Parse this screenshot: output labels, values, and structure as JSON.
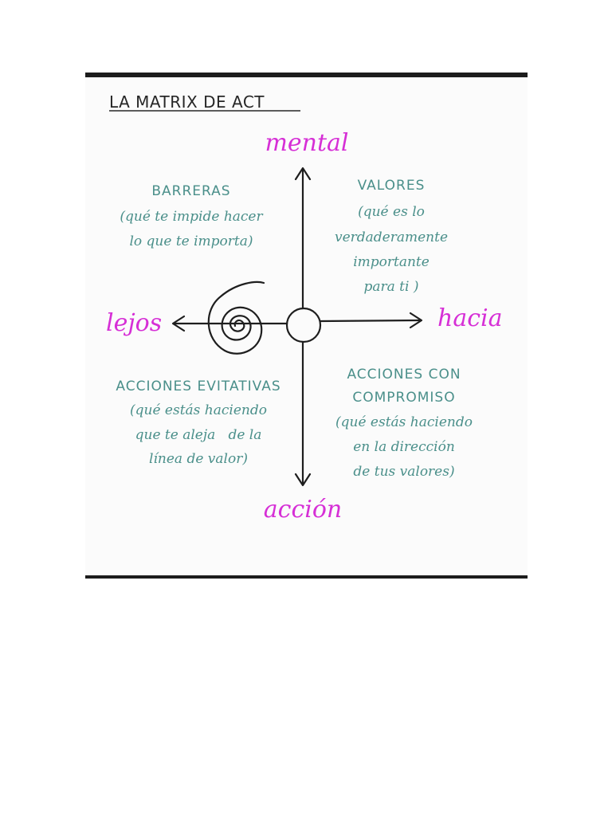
{
  "title": "LA MATRIX DE ACT",
  "axes": {
    "top": "mental",
    "bottom": "acción",
    "left": "lejos",
    "right": "hacia"
  },
  "quadrants": {
    "top_left": {
      "heading": "BARRERAS",
      "lines": [
        "(qué te impide hacer",
        "lo que te importa)"
      ]
    },
    "top_right": {
      "heading": "VALORES",
      "lines": [
        "(qué es lo",
        "verdaderamente",
        "importante",
        "para ti )"
      ]
    },
    "bottom_left": {
      "heading": "ACCIONES EVITATIVAS",
      "lines": [
        "(qué estás haciendo",
        "que te aleja   de la",
        "línea de valor)"
      ]
    },
    "bottom_right": {
      "heading_lines": [
        "ACCIONES CON",
        "COMPROMISO"
      ],
      "lines": [
        "(qué estás haciendo",
        "en la dirección",
        "de tus valores)"
      ]
    }
  },
  "colors": {
    "axis_words": "#d62fd6",
    "quadrant_text": "#4a8f8a",
    "lines": "#1e1e1e"
  },
  "icons": [
    "spiral-icon",
    "center-circle"
  ]
}
